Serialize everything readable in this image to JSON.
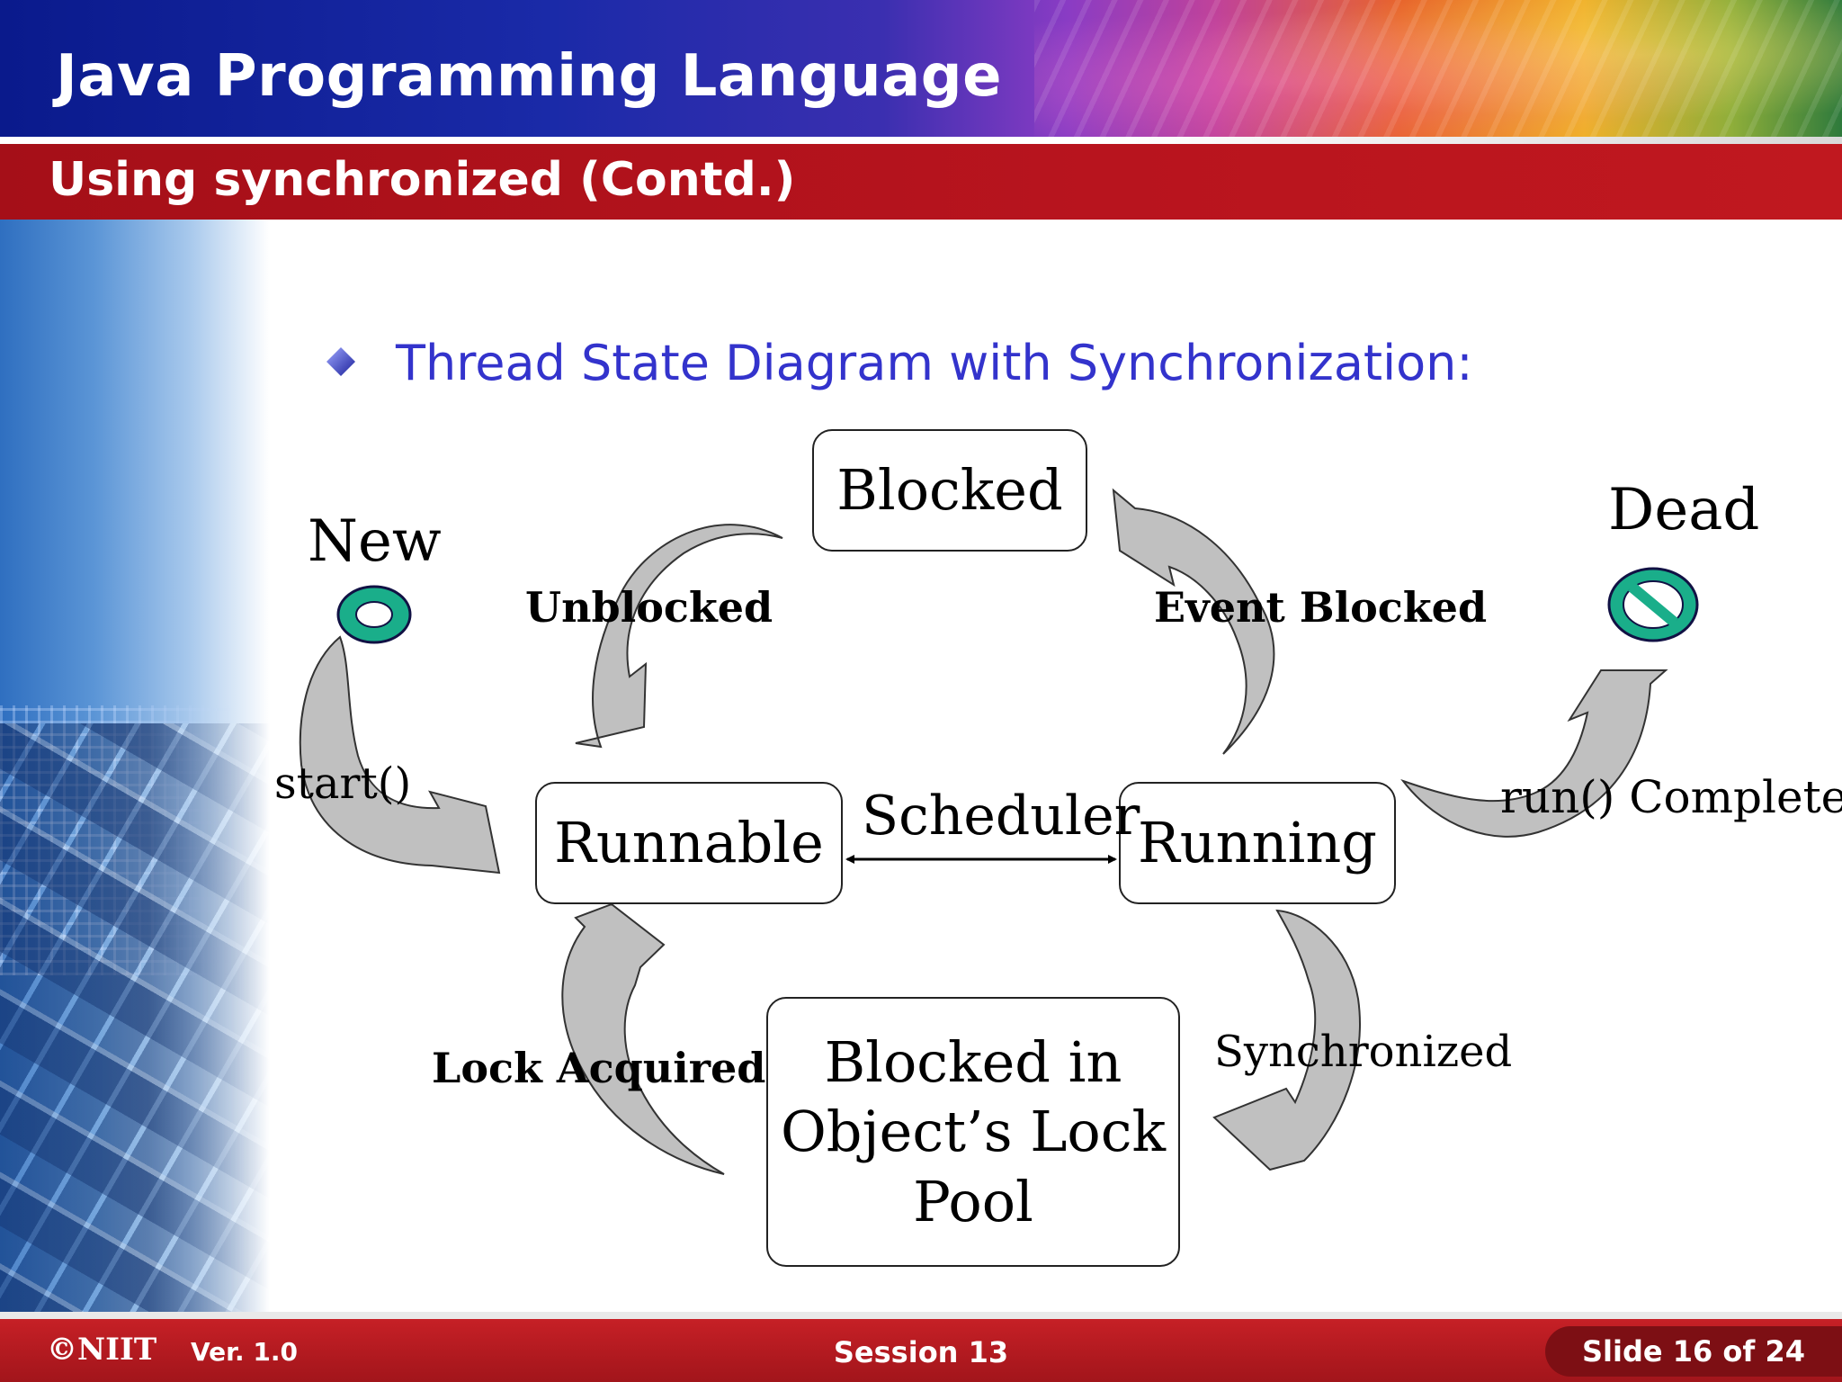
{
  "header": {
    "app_title": "Java Programming Language",
    "slide_title": "Using synchronized (Contd.)"
  },
  "content": {
    "bullet_text": "Thread State Diagram with Synchronization:"
  },
  "diagram": {
    "states": {
      "blocked": "Blocked",
      "runnable": "Runnable",
      "running": "Running",
      "lock_pool_line1": "Blocked in",
      "lock_pool_line2": "Object’s Lock",
      "lock_pool_line3": "Pool",
      "new": "New",
      "dead": "Dead"
    },
    "transitions": {
      "unblocked": "Unblocked",
      "event_blocked": "Event Blocked",
      "start": "start()",
      "scheduler": "Scheduler",
      "run_completes": "run() Completes",
      "lock_acquired": "Lock Acquired",
      "synchronized": "Synchronized"
    },
    "colors": {
      "arrow_fill": "#c0c0c0",
      "start_end_icon": "#1aae8a"
    }
  },
  "footer": {
    "brand": "©NIIT",
    "version": "Ver.  1.0",
    "session": "Session 13",
    "slide_counter": "Slide 16 of 24"
  }
}
